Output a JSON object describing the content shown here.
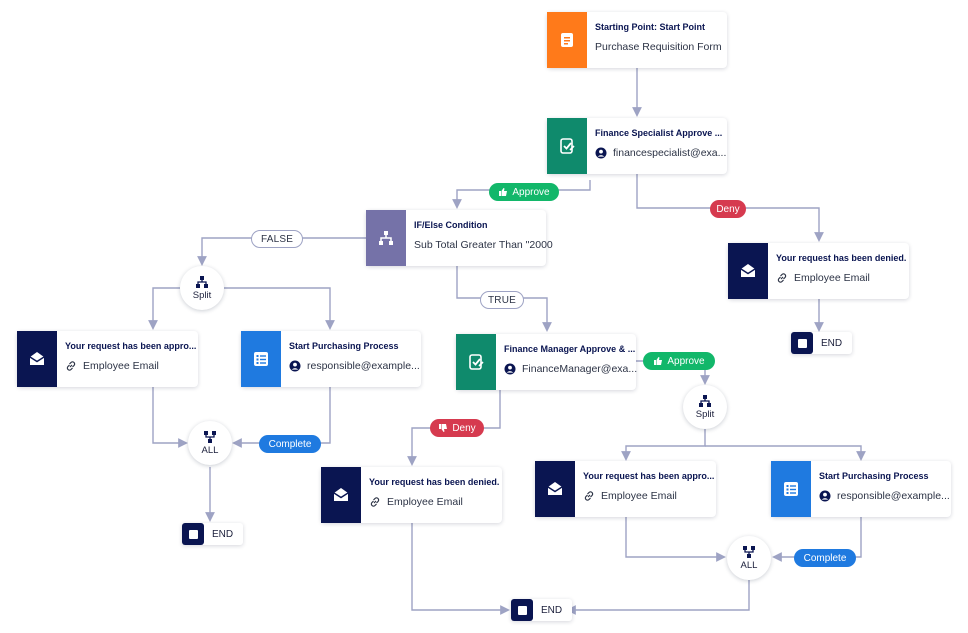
{
  "nodes": {
    "start": {
      "title": "Starting Point: Start Point",
      "sub": "Purchase Requisition Form"
    },
    "finance_specialist": {
      "title": "Finance Specialist Approve ...",
      "sub": "financespecialist@exa..."
    },
    "if_else": {
      "title": "IF/Else Condition",
      "sub": "Sub Total Greater Than \"2000"
    },
    "denied_email_top": {
      "title": "Your request has been denied.",
      "sub": "Employee Email"
    },
    "approved_email_left": {
      "title": "Your request has been appro...",
      "sub": "Employee Email"
    },
    "purchasing_left": {
      "title": "Start Purchasing Process",
      "sub": "responsible@example..."
    },
    "finance_manager": {
      "title": "Finance Manager Approve & ...",
      "sub": "FinanceManager@exa..."
    },
    "denied_email_mid": {
      "title": "Your request has been denied.",
      "sub": "Employee Email"
    },
    "approved_email_right": {
      "title": "Your request has been appro...",
      "sub": "Employee Email"
    },
    "purchasing_right": {
      "title": "Start Purchasing Process",
      "sub": "responsible@example..."
    }
  },
  "circles": {
    "split_left": "Split",
    "all_left": "ALL",
    "split_right": "Split",
    "all_right": "ALL"
  },
  "ends": {
    "end_top_right": "END",
    "end_left": "END",
    "end_bottom": "END"
  },
  "pills": {
    "approve_1": "Approve",
    "deny_1": "Deny",
    "false_1": "FALSE",
    "true_1": "TRUE",
    "approve_2": "Approve",
    "deny_2": "Deny",
    "complete_left": "Complete",
    "complete_right": "Complete"
  },
  "colors": {
    "start": "#ff7a1a",
    "approval": "#0f8a6c",
    "condition": "#7572a8",
    "email": "#0a1551",
    "task": "#1f7ae0",
    "approve_pill": "#12b76a",
    "deny_pill": "#d63a4f",
    "complete_pill": "#1f7ae0",
    "connector": "#9ea3c4"
  },
  "icons": {
    "start": "form-icon",
    "approval": "approval-icon",
    "condition": "branch-icon",
    "email": "email-icon",
    "task": "checklist-icon",
    "split": "split-icon",
    "all": "merge-icon",
    "end": "stop-icon"
  }
}
